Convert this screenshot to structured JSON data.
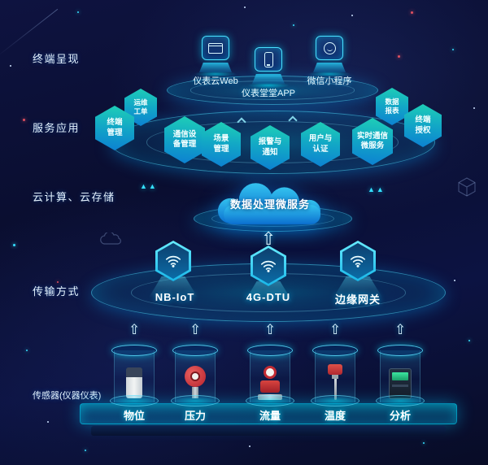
{
  "left_labels": {
    "terminal": "终端呈现",
    "services": "服务应用",
    "cloud": "云计算、云存储",
    "transmission": "传输方式",
    "sensors": "传感器(仪器仪表)"
  },
  "terminal_layer": {
    "items": [
      "仪表云Web",
      "仪表堂堂APP",
      "微信小程序"
    ],
    "icons": [
      "browser-icon",
      "smartphone-icon",
      "miniprogram-icon"
    ]
  },
  "service_layer": {
    "hexagons": [
      "终端\n管理",
      "运维\n工单",
      "通信设\n备管理",
      "场景\n管理",
      "报警与\n通知",
      "用户与\n认证",
      "实时通信\n微服务",
      "数据\n报表",
      "终端\n授权"
    ]
  },
  "cloud_layer": {
    "label": "数据处理微服务"
  },
  "transmission_layer": {
    "items": [
      "NB-IoT",
      "4G-DTU",
      "边缘网关"
    ],
    "icon": "wifi-icon"
  },
  "sensor_layer": {
    "items": [
      "物位",
      "压力",
      "流量",
      "温度",
      "分析"
    ]
  },
  "icons": {
    "up_arrow_glyph": "⇧",
    "double_triangle_glyph": "▲▲"
  },
  "colors": {
    "background": "#0a0f33",
    "accent_cyan": "#00e0ff",
    "hexagon_gradient_top": "#1fd0b6",
    "hexagon_gradient_bottom": "#0c7fd2",
    "platform_glow": "#00b4e6",
    "highlight_red": "#e05060"
  }
}
